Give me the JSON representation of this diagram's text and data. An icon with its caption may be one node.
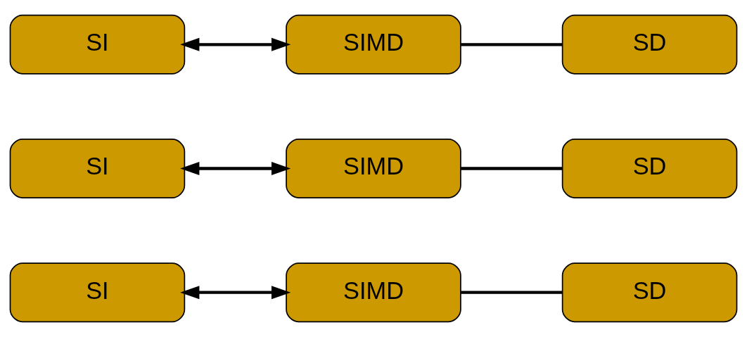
{
  "diagram": {
    "nodes": [
      {
        "text": [
          "SI"
        ]
      },
      {
        "text": [
          "SIMD"
        ]
      },
      {
        "text": [
          "SD"
        ]
      },
      {
        "text": [
          "SI"
        ]
      },
      {
        "text": [
          "SIMD"
        ]
      },
      {
        "text": [
          "SD"
        ]
      },
      {
        "text": [
          "SI"
        ]
      },
      {
        "text": [
          "SIMD"
        ]
      },
      {
        "text": [
          "SD"
        ]
      }
    ],
    "edges": [
      {
        "from": 0,
        "to": 1,
        "arrow": "both"
      },
      {
        "from": 1,
        "to": 2,
        "arrow": "none"
      },
      {
        "from": 3,
        "to": 4,
        "arrow": "both"
      },
      {
        "from": 4,
        "to": 5,
        "arrow": "none"
      },
      {
        "from": 6,
        "to": 7,
        "arrow": "both"
      },
      {
        "from": 7,
        "to": 8,
        "arrow": "none"
      }
    ]
  }
}
